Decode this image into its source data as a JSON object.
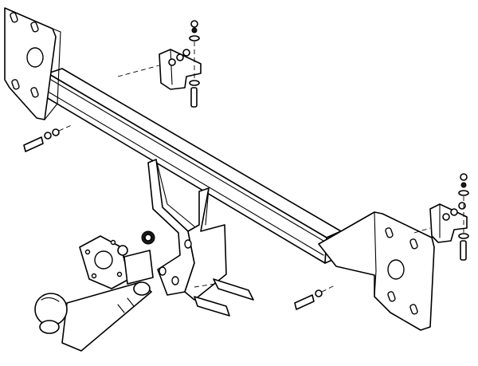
{
  "figure": {
    "subject": "tow-bar-exploded-assembly",
    "colors": {
      "line": "#000000",
      "background": "#ffffff"
    },
    "parts": [
      "left-mounting-plate",
      "right-mounting-plate",
      "crossbar-tube",
      "socket-bracket-arm",
      "tow-ball-neck",
      "electrical-socket-plate",
      "upper-left-bracket",
      "upper-right-bracket",
      "bolt-set"
    ]
  }
}
